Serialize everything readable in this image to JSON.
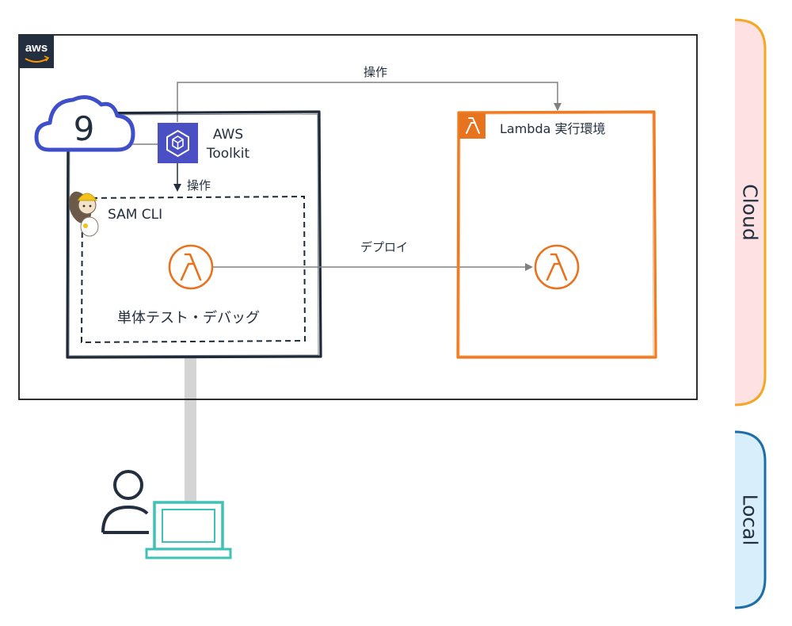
{
  "aws_logo_text": "aws",
  "arrows": {
    "top_operation": "操作",
    "toolkit_operation": "操作",
    "deploy": "デプロイ"
  },
  "cloud9": {
    "icon_text": "9"
  },
  "toolkit": {
    "line1": "AWS",
    "line2": "Toolkit"
  },
  "sam_cli": {
    "label": "SAM CLI",
    "caption": "単体テスト・デバッグ"
  },
  "lambda_env": {
    "label": "Lambda 実行環境"
  },
  "regions": {
    "cloud": "Cloud",
    "local": "Local"
  },
  "colors": {
    "aws_dark": "#232f3e",
    "lambda_orange": "#e7731e",
    "env_orange": "#ef7b22",
    "toolkit_purple": "#4a4fc4",
    "cloud9_blue": "#3f4fc9",
    "cloud_region_fill": "#fde1e3",
    "cloud_region_stroke": "#f6a623",
    "local_region_fill": "#d8eefb",
    "local_region_stroke": "#1e6fa8",
    "laptop_teal": "#3ec2b5",
    "connector_gray": "#d4d4d4",
    "arrow_gray": "#808080"
  }
}
